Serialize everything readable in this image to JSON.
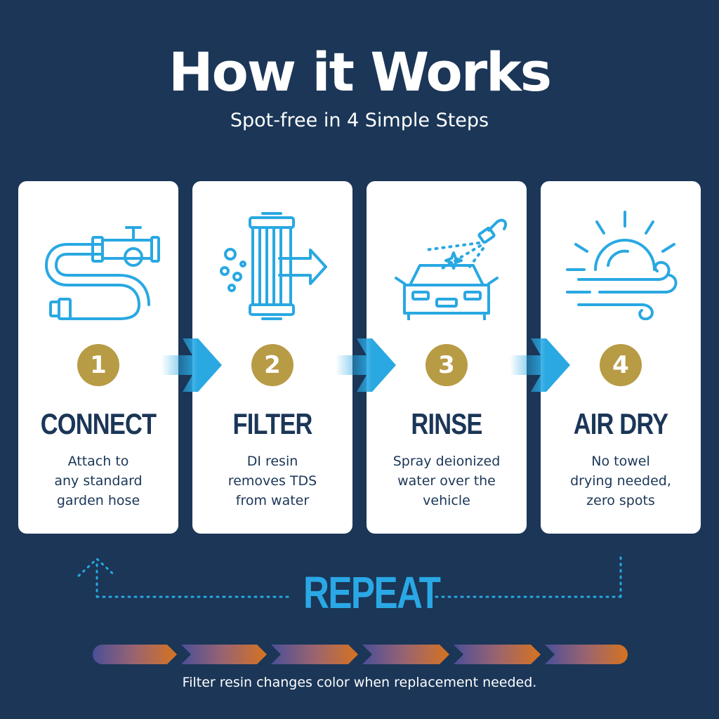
{
  "header": {
    "title": "How it Works",
    "subtitle": "Spot-free in 4 Simple Steps"
  },
  "steps": [
    {
      "number": "1",
      "title": "CONNECT",
      "desc_lines": [
        "Attach to",
        "any standard",
        "garden hose"
      ],
      "icon": "hose-faucet-icon"
    },
    {
      "number": "2",
      "title": "FILTER",
      "desc_lines": [
        "DI resin",
        "removes TDS",
        "from water"
      ],
      "icon": "filter-cartridge-icon"
    },
    {
      "number": "3",
      "title": "RINSE",
      "desc_lines": [
        "Spray deionized",
        "water over the",
        "vehicle"
      ],
      "icon": "car-spray-icon"
    },
    {
      "number": "4",
      "title": "AIR DRY",
      "desc_lines": [
        "No towel",
        "drying needed,",
        "zero spots"
      ],
      "icon": "sun-wind-icon"
    }
  ],
  "repeat": {
    "label": "REPEAT"
  },
  "footer": {
    "text": "Filter resin changes color when replacement needed."
  },
  "colors": {
    "background": "#1b3657",
    "card": "#ffffff",
    "accent_blue": "#29a8e2",
    "badge_gold": "#b89b45",
    "gradient_start": "#4b4f98",
    "gradient_end": "#d6731f"
  }
}
